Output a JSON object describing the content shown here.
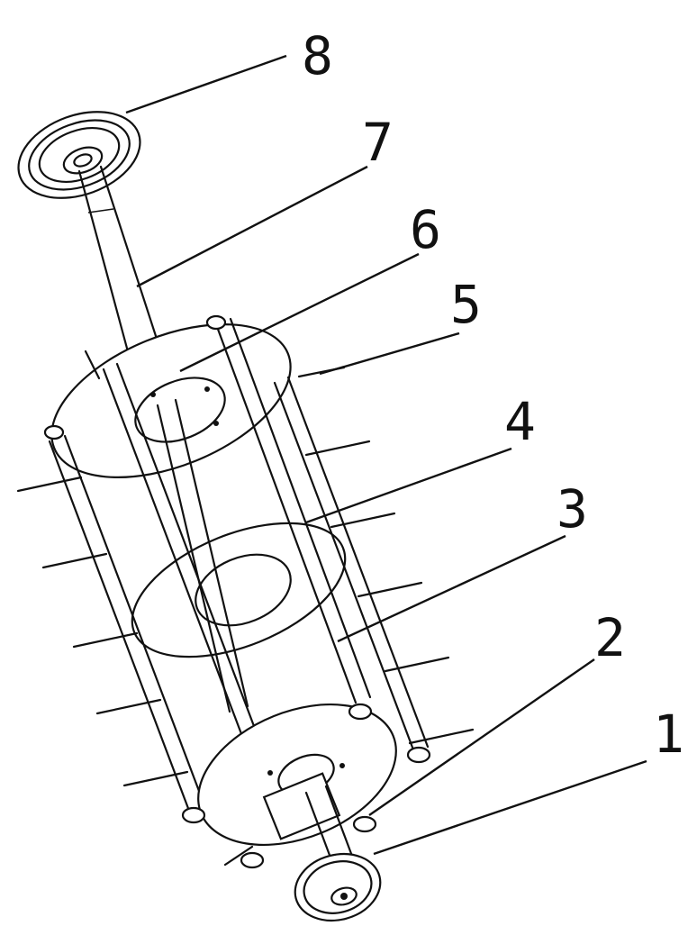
{
  "callouts": [
    {
      "id": "8",
      "text": "8"
    },
    {
      "id": "7",
      "text": "7"
    },
    {
      "id": "6",
      "text": "6"
    },
    {
      "id": "5",
      "text": "5"
    },
    {
      "id": "4",
      "text": "4"
    },
    {
      "id": "3",
      "text": "3"
    },
    {
      "id": "2",
      "text": "2"
    },
    {
      "id": "1",
      "text": "1"
    }
  ]
}
